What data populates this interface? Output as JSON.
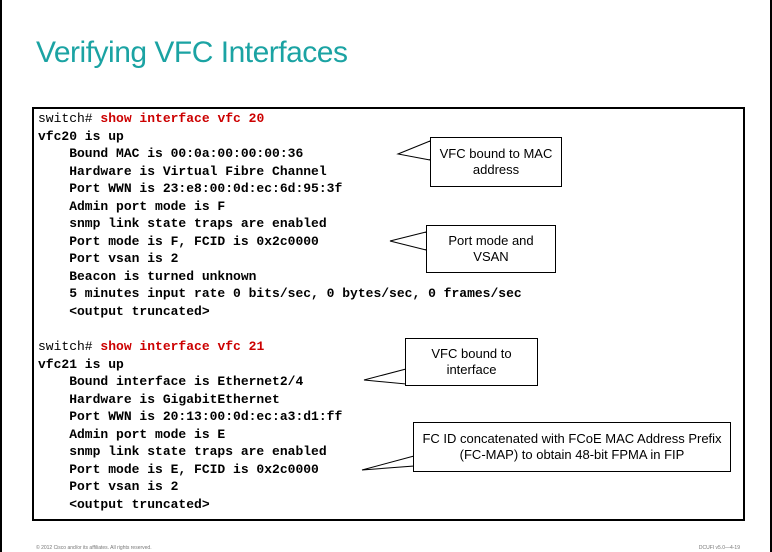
{
  "slide": {
    "title": "Verifying VFC Interfaces"
  },
  "block1": {
    "prompt": "switch# ",
    "command": "show interface vfc 20",
    "lines": [
      "vfc20 is up",
      "    Bound MAC is 00:0a:00:00:00:36",
      "    Hardware is Virtual Fibre Channel",
      "    Port WWN is 23:e8:00:0d:ec:6d:95:3f",
      "    Admin port mode is F",
      "    snmp link state traps are enabled",
      "    Port mode is F, FCID is 0x2c0000",
      "    Port vsan is 2",
      "    Beacon is turned unknown",
      "    5 minutes input rate 0 bits/sec, 0 bytes/sec, 0 frames/sec",
      "    <output truncated>"
    ]
  },
  "block2": {
    "prompt": "switch# ",
    "command": "show interface vfc 21",
    "lines": [
      "vfc21 is up",
      "    Bound interface is Ethernet2/4",
      "    Hardware is GigabitEthernet",
      "    Port WWN is 20:13:00:0d:ec:a3:d1:ff",
      "    Admin port mode is E",
      "    snmp link state traps are enabled",
      "    Port mode is E, FCID is 0x2c0000",
      "    Port vsan is 2",
      "    <output truncated>"
    ]
  },
  "callouts": {
    "mac": "VFC bound to MAC address",
    "vsan": "Port mode and VSAN",
    "interface": "VFC bound to interface",
    "fpma": "FC ID concatenated with FCoE MAC Address Prefix (FC-MAP) to obtain 48-bit FPMA in FIP"
  },
  "footer": {
    "copyright": "© 2012 Cisco and/or its affiliates. All rights reserved.",
    "course": "DCUFI v5.0—4-19"
  }
}
